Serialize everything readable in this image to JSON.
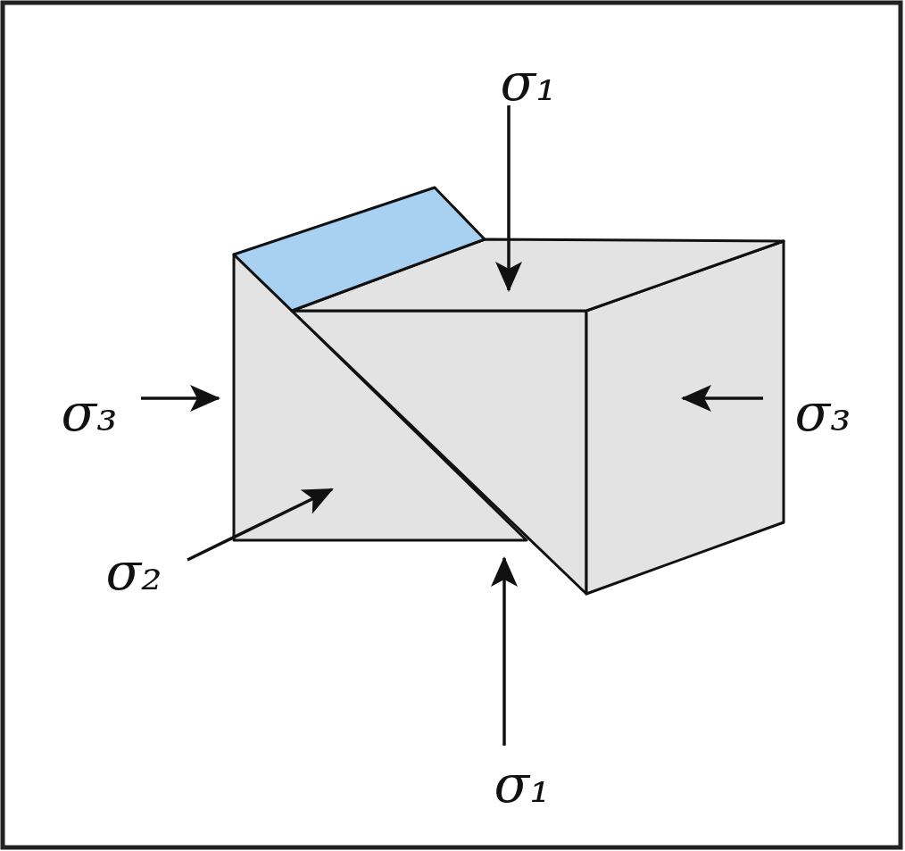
{
  "diagram": {
    "labels": [
      "σ₁",
      "σ₃",
      "σ₃",
      "σ₂",
      "σ₁"
    ]
  }
}
